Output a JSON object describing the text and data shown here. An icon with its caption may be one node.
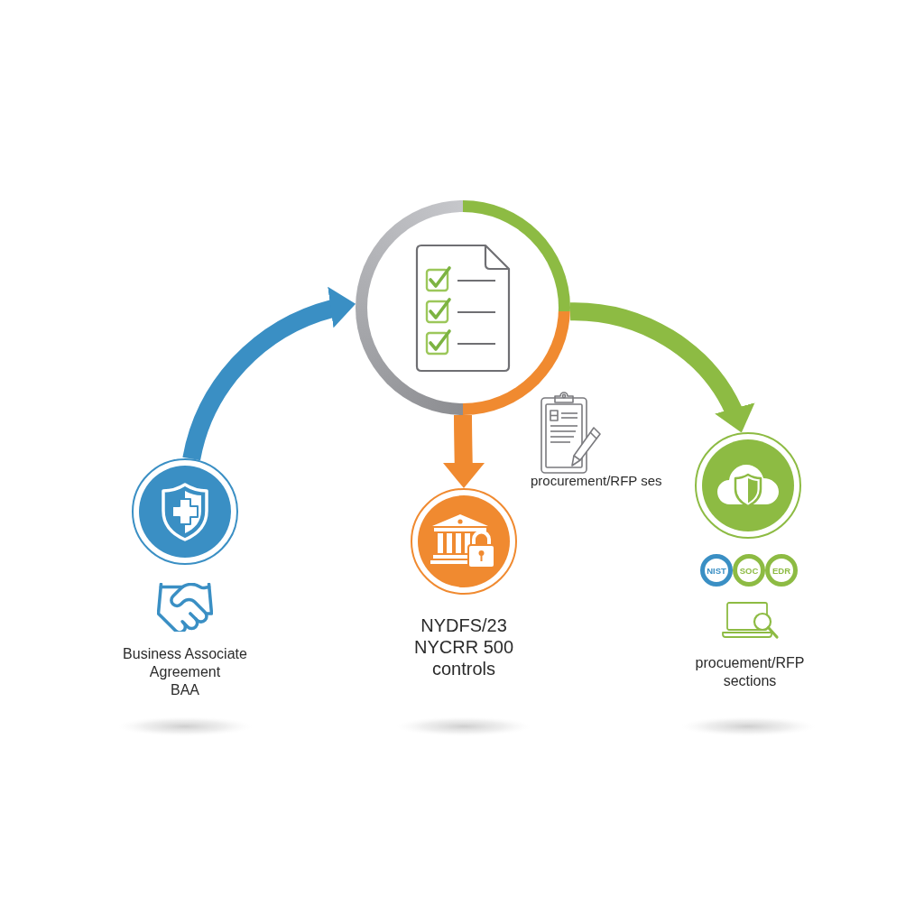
{
  "diagram": {
    "nodes": [
      {
        "text": [],
        "shape": "circle"
      },
      {
        "text": [],
        "shape": "circle",
        "beside": [
          "Business Associate Agreement",
          "BAA"
        ]
      },
      {
        "text": [],
        "shape": "circle",
        "beside": [
          "NYDFS/23 NYCRR 500 controls"
        ]
      },
      {
        "text": [],
        "shape": "circle"
      },
      {
        "text": [
          "NIST"
        ]
      },
      {
        "text": [
          "SOC"
        ]
      },
      {
        "text": [
          "EDR"
        ]
      }
    ],
    "edges": [
      {
        "from": 1,
        "to": 0,
        "arrow": "to",
        "color": "#3a8fc4"
      },
      {
        "from": 0,
        "to": 2,
        "arrow": "to",
        "color": "#f08a30"
      },
      {
        "from": 0,
        "to": 3,
        "arrow": "to",
        "color": "#8dbb43"
      }
    ],
    "labels": [
      "procurement/RFP ses",
      "procuement/RFP sections"
    ]
  }
}
